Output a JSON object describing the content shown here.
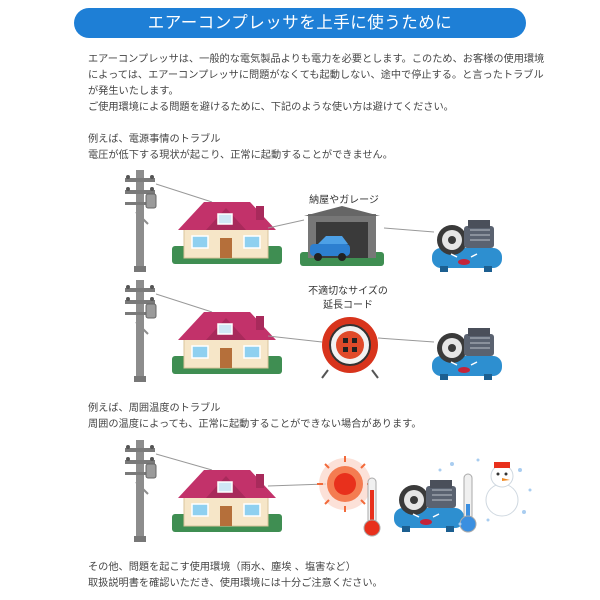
{
  "title": "エアーコンプレッサを上手に使うために",
  "intro": [
    "エアーコンプレッサは、一般的な電気製品よりも電力を必要とします。このため、お客様の使用環境",
    "によっては、エアーコンプレッサに問題がなくても起動しない、途中で停止する。と言ったトラブル",
    "が発生いたします。",
    "ご使用環境による問題を避けるために、下記のような使い方は避けてください。"
  ],
  "section1": {
    "heading": "例えば、電源事情のトラブル",
    "desc": "電圧が低下する現状が起こり、正常に起動することができません。",
    "garage_label": "納屋やガレージ",
    "cord_label_1": "不適切なサイズの",
    "cord_label_2": "延長コード"
  },
  "section2": {
    "heading": "例えば、周囲温度のトラブル",
    "desc": "周囲の温度によっても、正常に起動することができない場合があります。"
  },
  "footer": [
    "その他、問題を起こす使用環境（雨水、塵埃 、塩害など）",
    "取扱説明書を確認いただき、使用環境には十分ご注意ください。"
  ],
  "colors": {
    "title_bg": "#1e7fd6",
    "house_roof": "#c2326a",
    "house_wall": "#f6e6c8",
    "grass": "#3f8e52",
    "compressor_tank": "#2d8fd0",
    "heat_red": "#e8301c",
    "cold_blue": "#3b8fe0"
  },
  "icons": [
    "utility-pole-icon",
    "house-icon",
    "garage-icon",
    "car-icon",
    "cord-reel-icon",
    "compressor-icon",
    "sun-heat-icon",
    "thermometer-icon",
    "snowman-icon",
    "snowflake-icon"
  ]
}
